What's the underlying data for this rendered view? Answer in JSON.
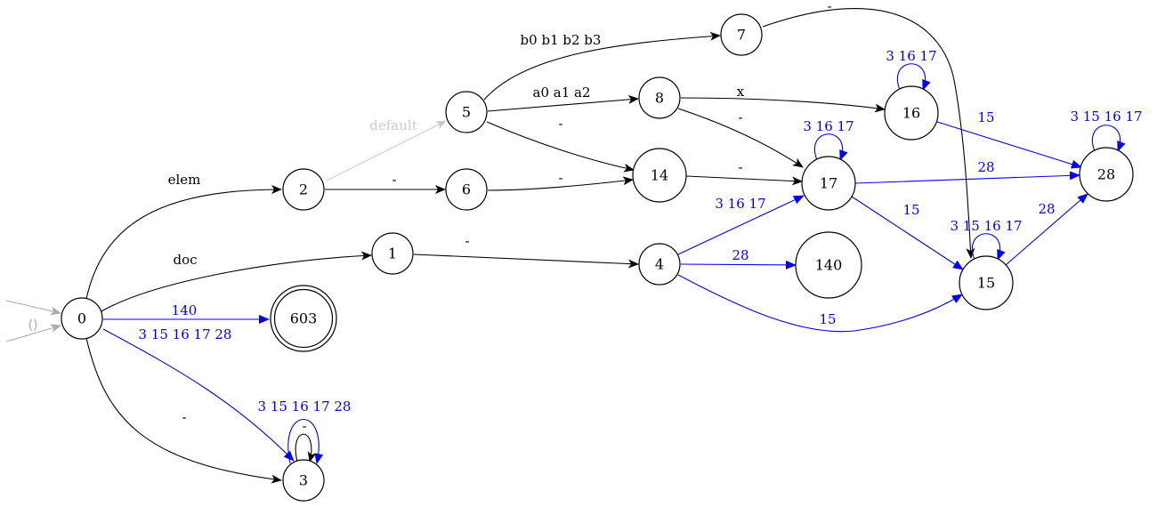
{
  "diagram": {
    "nodes": [
      {
        "id": "0",
        "label": "0"
      },
      {
        "id": "1",
        "label": "1"
      },
      {
        "id": "2",
        "label": "2"
      },
      {
        "id": "3",
        "label": "3"
      },
      {
        "id": "4",
        "label": "4"
      },
      {
        "id": "5",
        "label": "5"
      },
      {
        "id": "6",
        "label": "6"
      },
      {
        "id": "7",
        "label": "7"
      },
      {
        "id": "8",
        "label": "8"
      },
      {
        "id": "14",
        "label": "14"
      },
      {
        "id": "15",
        "label": "15"
      },
      {
        "id": "16",
        "label": "16"
      },
      {
        "id": "17",
        "label": "17"
      },
      {
        "id": "28",
        "label": "28"
      },
      {
        "id": "140",
        "label": "140"
      },
      {
        "id": "603",
        "label": "603",
        "accepting": true
      }
    ],
    "edges": [
      {
        "id": "start-a",
        "from": "",
        "to": "0",
        "label": "",
        "color": "#aaaaaa"
      },
      {
        "id": "start-b",
        "from": "",
        "to": "0",
        "label": "⟨⟩",
        "color": "#aaaaaa"
      },
      {
        "id": "e0-2",
        "from": "0",
        "to": "2",
        "label": "elem",
        "color": "#000000"
      },
      {
        "id": "e0-1",
        "from": "0",
        "to": "1",
        "label": "doc",
        "color": "#000000"
      },
      {
        "id": "e0-603",
        "from": "0",
        "to": "603",
        "label": "140",
        "color": "#0000ee"
      },
      {
        "id": "e0-3-blue",
        "from": "0",
        "to": "3",
        "label": "3 15 16 17 28",
        "color": "#0000ee"
      },
      {
        "id": "e0-3-black",
        "from": "0",
        "to": "3",
        "label": "-",
        "color": "#000000"
      },
      {
        "id": "e3-3-blue",
        "from": "3",
        "to": "3",
        "label": "3 15 16 17 28",
        "color": "#0000ee"
      },
      {
        "id": "e3-3-black",
        "from": "3",
        "to": "3",
        "label": "-",
        "color": "#000000"
      },
      {
        "id": "e2-5",
        "from": "2",
        "to": "5",
        "label": "default",
        "color": "#cccccc"
      },
      {
        "id": "e2-6",
        "from": "2",
        "to": "6",
        "label": "-",
        "color": "#000000"
      },
      {
        "id": "e1-4",
        "from": "1",
        "to": "4",
        "label": "-",
        "color": "#000000"
      },
      {
        "id": "e5-7",
        "from": "5",
        "to": "7",
        "label": "b0 b1 b2 b3",
        "color": "#000000"
      },
      {
        "id": "e5-8",
        "from": "5",
        "to": "8",
        "label": "a0 a1 a2",
        "color": "#000000"
      },
      {
        "id": "e5-14",
        "from": "5",
        "to": "14",
        "label": "-",
        "color": "#000000"
      },
      {
        "id": "e6-14",
        "from": "6",
        "to": "14",
        "label": "-",
        "color": "#000000"
      },
      {
        "id": "e7-15",
        "from": "7",
        "to": "15",
        "label": "-",
        "color": "#000000"
      },
      {
        "id": "e8-16",
        "from": "8",
        "to": "16",
        "label": "x",
        "color": "#000000"
      },
      {
        "id": "e8-17",
        "from": "8",
        "to": "17",
        "label": "-",
        "color": "#000000"
      },
      {
        "id": "e14-17",
        "from": "14",
        "to": "17",
        "label": "-",
        "color": "#000000"
      },
      {
        "id": "e4-17",
        "from": "4",
        "to": "17",
        "label": "3 16 17",
        "color": "#0000ee"
      },
      {
        "id": "e4-140",
        "from": "4",
        "to": "140",
        "label": "28",
        "color": "#0000ee"
      },
      {
        "id": "e4-15",
        "from": "4",
        "to": "15",
        "label": "15",
        "color": "#0000ee"
      },
      {
        "id": "e16-16",
        "from": "16",
        "to": "16",
        "label": "3 16 17",
        "color": "#0000ee"
      },
      {
        "id": "e16-28",
        "from": "16",
        "to": "28",
        "label": "15",
        "color": "#0000ee"
      },
      {
        "id": "e17-17",
        "from": "17",
        "to": "17",
        "label": "3 16 17",
        "color": "#0000ee"
      },
      {
        "id": "e17-28",
        "from": "17",
        "to": "28",
        "label": "28",
        "color": "#0000ee"
      },
      {
        "id": "e17-15",
        "from": "17",
        "to": "15",
        "label": "15",
        "color": "#0000ee"
      },
      {
        "id": "e15-15",
        "from": "15",
        "to": "15",
        "label": "3 15 16 17",
        "color": "#0000ee"
      },
      {
        "id": "e15-28",
        "from": "15",
        "to": "28",
        "label": "28",
        "color": "#0000ee"
      },
      {
        "id": "e28-28",
        "from": "28",
        "to": "28",
        "label": "3 15 16 17",
        "color": "#0000ee"
      }
    ]
  }
}
